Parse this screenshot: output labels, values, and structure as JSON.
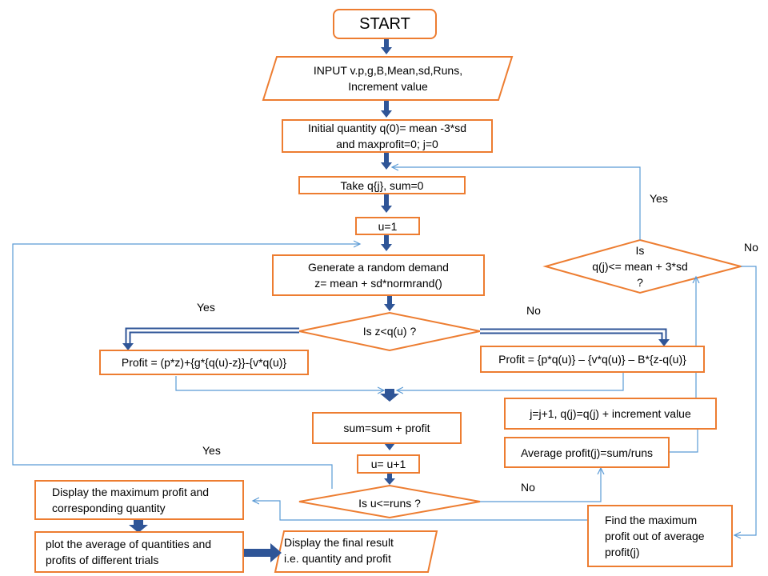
{
  "colors": {
    "shape_border": "#ED7D31",
    "arrow": "#2F5597",
    "connector": "#5B9BD5"
  },
  "nodes": {
    "start": "START",
    "input": "INPUT v.p,g,B,Mean,sd,Runs,\nIncrement value",
    "initial": "Initial quantity q(0)= mean -3*sd\nand maxprofit=0; j=0",
    "take_q": "Take q{j}, sum=0",
    "u_init": "u=1",
    "generate": "Generate  a random demand\nz= mean + sd*normrand()",
    "decision_z": "Is z<q(u) ?",
    "profit_yes": "Profit = (p*z)+{g*{q(u)-z}}-{v*q(u)}",
    "profit_no": "Profit = {p*q(u)} – {v*q(u)} – B*{z-q(u)}",
    "sum": "sum=sum + profit",
    "u_inc": "u= u+1",
    "decision_u": "Is u<=runs ?",
    "j_inc": "j=j+1, q(j)=q(j) + increment value",
    "average": "Average profit(j)=sum/runs",
    "decision_q": "Is\nq(j)<= mean + 3*sd\n?",
    "find_max": "Find the maximum\nprofit out of average\nprofit(j)",
    "display_max": "Display the maximum profit and\ncorresponding quantity",
    "plot": "plot the average of quantities  and\nprofits of different  trials",
    "display_final": "Display the final result\ni.e. quantity and profit"
  },
  "labels": {
    "yes_z": "Yes",
    "no_z": "No",
    "yes_u": "Yes",
    "no_u": "No",
    "yes_q": "Yes",
    "no_q": "No"
  }
}
